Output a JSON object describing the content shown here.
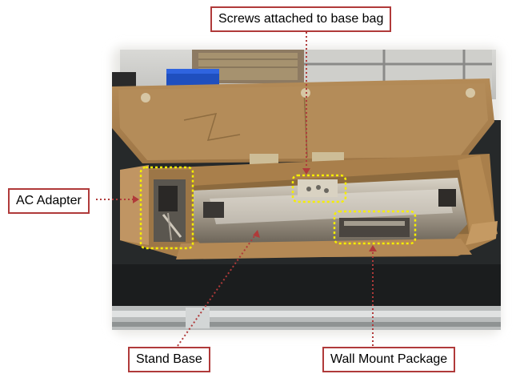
{
  "callouts": {
    "screws": "Screws attached to base bag",
    "ac_adapter": "AC Adapter",
    "stand_base": "Stand Base",
    "wall_mount": "Wall Mount Package"
  },
  "colors": {
    "callout_border": "#b03a3a",
    "highlight_box": "#f5ee00",
    "leader_line": "#b03a3a",
    "cardboard": "#b58a52"
  }
}
